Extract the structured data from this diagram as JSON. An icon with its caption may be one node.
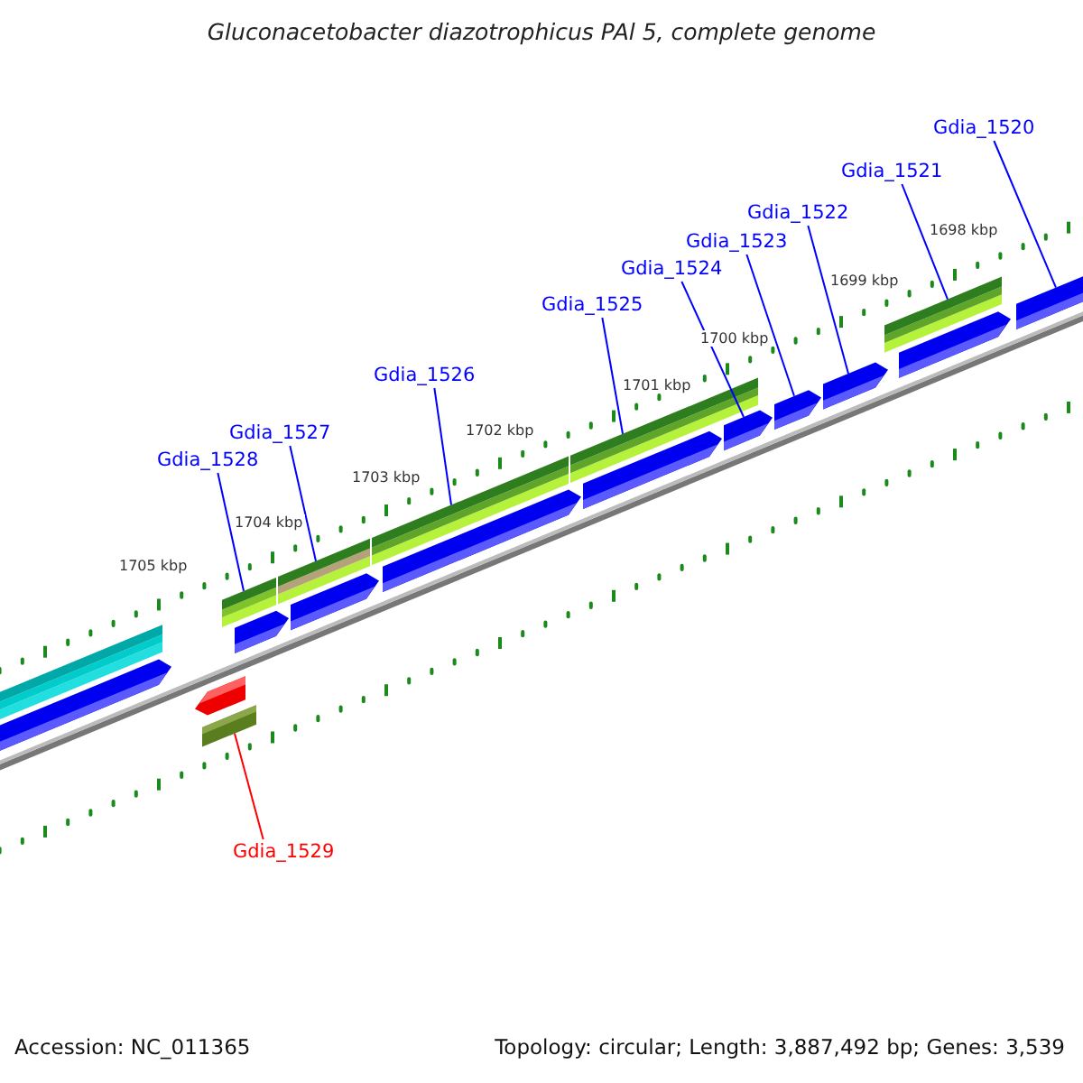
{
  "diagram": {
    "title": "Gluconacetobacter diazotrophicus PAl 5, complete genome",
    "nodes": [
      {
        "text": [
          "Gdia_1520"
        ]
      },
      {
        "text": [
          "Gdia_1521"
        ]
      },
      {
        "text": [
          "Gdia_1522"
        ]
      },
      {
        "text": [
          "Gdia_1523"
        ]
      },
      {
        "text": [
          "Gdia_1524"
        ]
      },
      {
        "text": [
          "Gdia_1525"
        ]
      },
      {
        "text": [
          "Gdia_1526"
        ]
      },
      {
        "text": [
          "Gdia_1527"
        ]
      },
      {
        "text": [
          "Gdia_1528"
        ]
      },
      {
        "text": [
          "Gdia_1529"
        ]
      },
      {
        "text": [],
        "shape": "bar"
      },
      {
        "text": [],
        "shape": "arrow"
      },
      {
        "text": [],
        "shape": "arrow"
      },
      {
        "text": [],
        "shape": "bar"
      },
      {
        "text": [],
        "shape": "bar"
      },
      {
        "text": [],
        "shape": "arrow"
      },
      {
        "text": [],
        "shape": "bar"
      },
      {
        "text": [],
        "shape": "arrow"
      },
      {
        "text": [],
        "shape": "bar"
      },
      {
        "text": [],
        "shape": "arrow"
      },
      {
        "text": [],
        "shape": "bar"
      },
      {
        "text": [],
        "shape": "arrow"
      },
      {
        "text": [],
        "shape": "arrow"
      },
      {
        "text": [],
        "shape": "arrow"
      },
      {
        "text": [],
        "shape": "arrow"
      },
      {
        "text": [],
        "shape": "bar"
      },
      {
        "text": [],
        "shape": "arrow"
      },
      {
        "text": [],
        "shape": "arrow"
      }
    ],
    "edges": [
      {
        "from": 0,
        "to": 27,
        "arrow": "none"
      },
      {
        "from": 1,
        "to": 25,
        "arrow": "none"
      },
      {
        "from": 2,
        "to": 24,
        "arrow": "none"
      },
      {
        "from": 3,
        "to": 23,
        "arrow": "none"
      },
      {
        "from": 4,
        "to": 22,
        "arrow": "none"
      },
      {
        "from": 5,
        "to": 20,
        "arrow": "none"
      },
      {
        "from": 6,
        "to": 18,
        "arrow": "none"
      },
      {
        "from": 7,
        "to": 16,
        "arrow": "none"
      },
      {
        "from": 8,
        "to": 14,
        "arrow": "none"
      },
      {
        "from": 9,
        "to": 13,
        "arrow": "none",
        "color": "#ff0000"
      }
    ],
    "labels": [
      "1698 kbp",
      "1699 kbp",
      "1700 kbp",
      "1701 kbp",
      "1702 kbp",
      "1703 kbp",
      "1704 kbp",
      "1705 kbp",
      "Accession: NC_011365",
      "Topology: circular; Length: 3,887,492 bp; Genes: 3,539"
    ]
  }
}
